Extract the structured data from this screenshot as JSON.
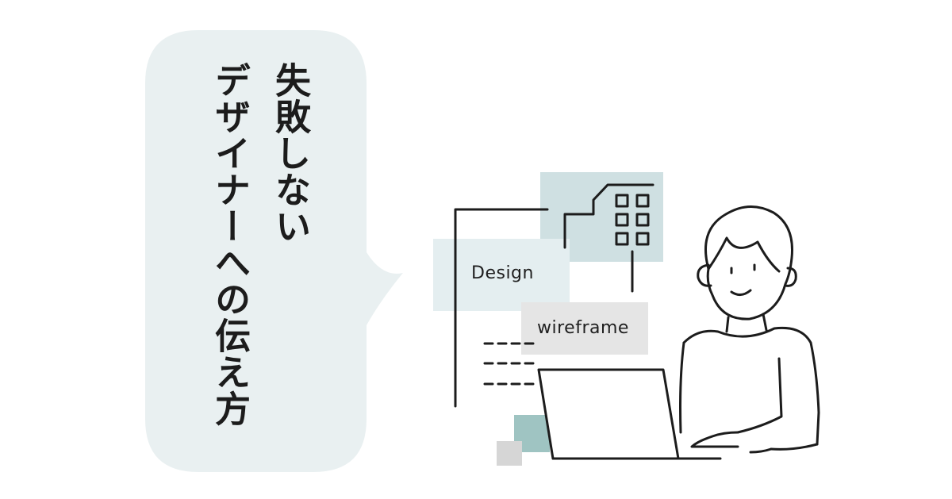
{
  "headline": {
    "line1": "失敗しない",
    "line2": "デザイナーへの伝え方"
  },
  "illustration": {
    "labels": {
      "design": "Design",
      "wireframe": "wireframe"
    }
  },
  "colors": {
    "bubble": "#e9f0f1",
    "panel_teal": "#cfe0e2",
    "panel_light": "#e4eef0",
    "panel_gray": "#e5e5e5",
    "square_teal": "#9fc4c2",
    "square_gray": "#d6d6d6",
    "ink": "#1c1c1c"
  }
}
